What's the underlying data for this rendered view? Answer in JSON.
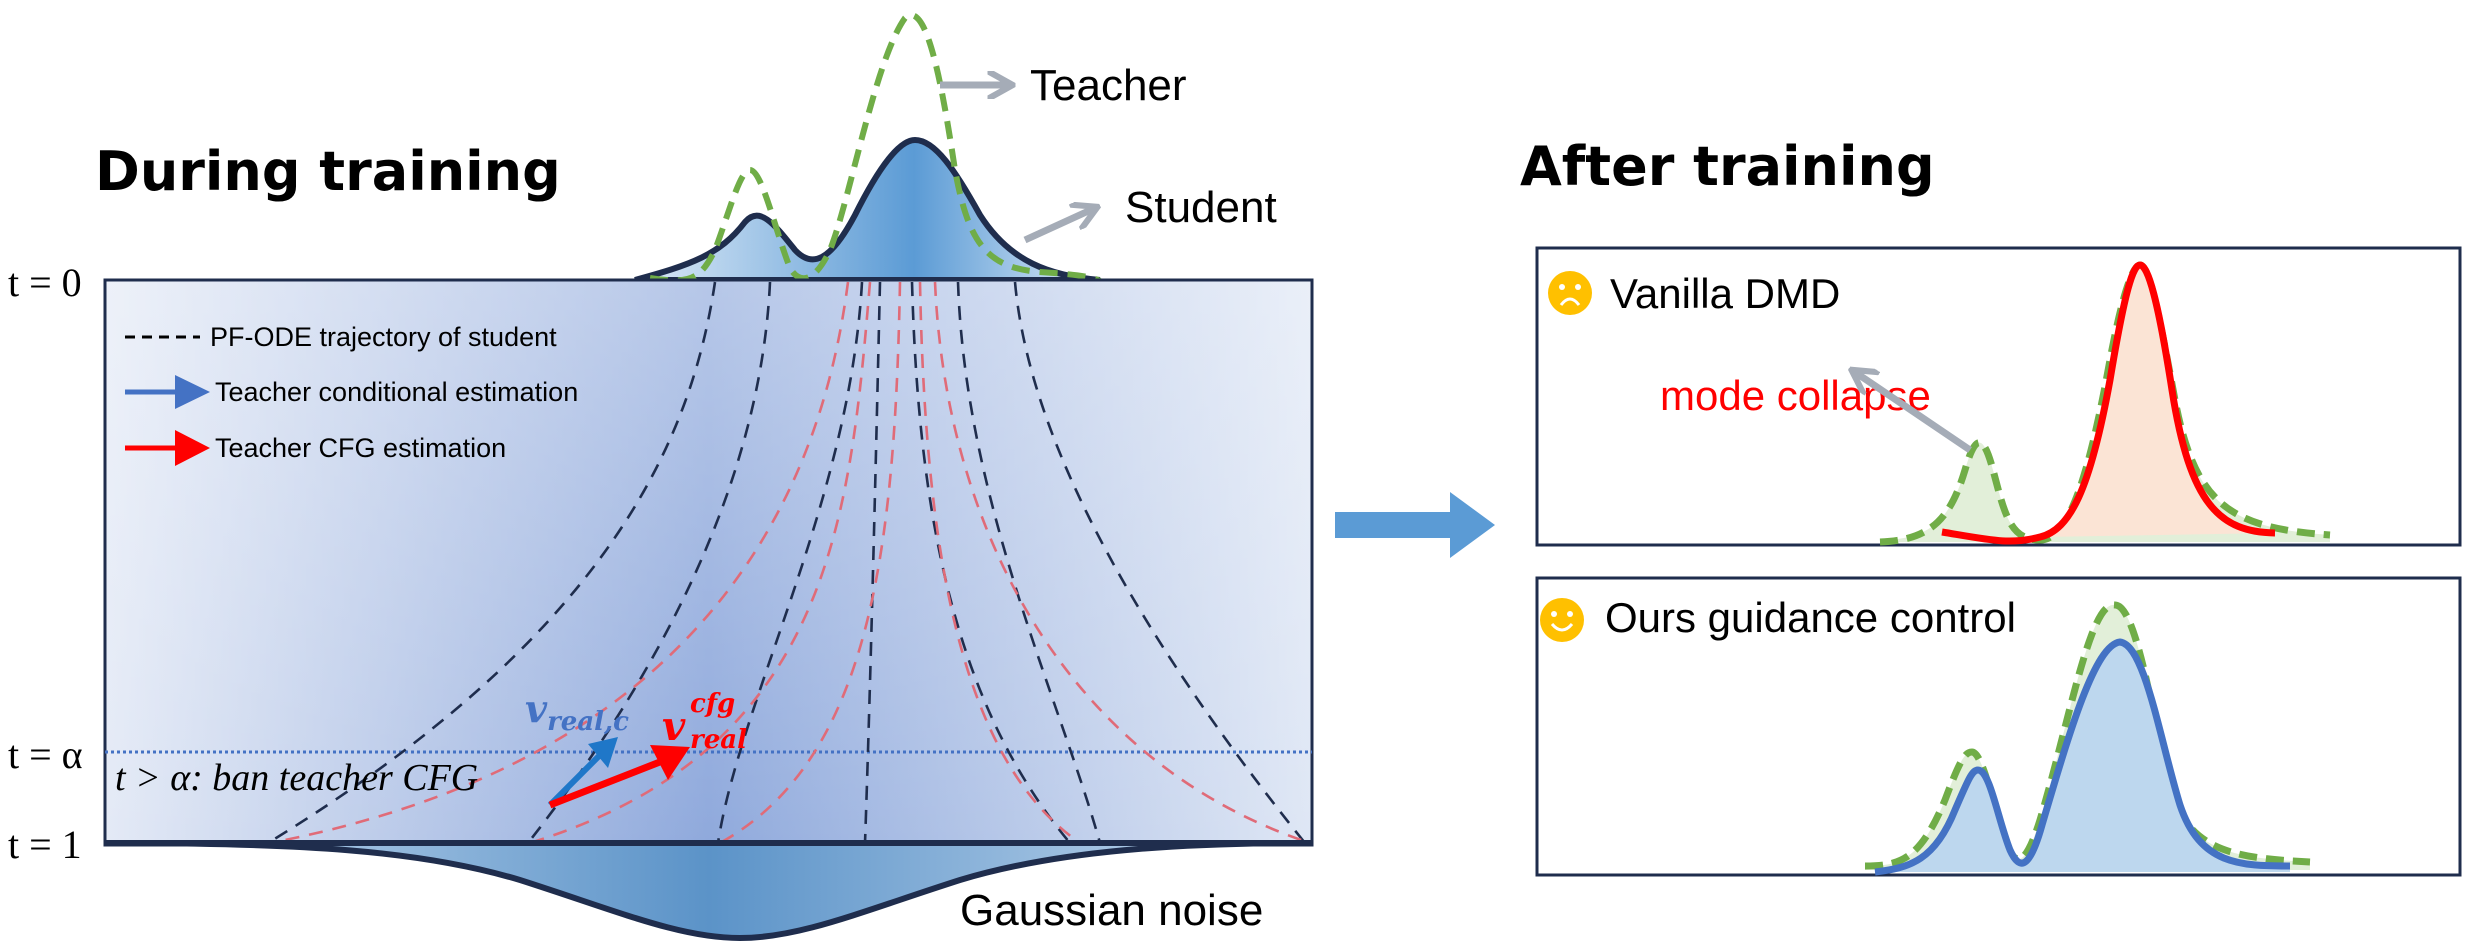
{
  "during": {
    "title": "During training",
    "time_labels": {
      "t0": "t = 0",
      "talpha": "t = α",
      "t1": "t = 1"
    },
    "legend": [
      {
        "icon": "dashed-line",
        "label": "PF-ODE trajectory of student",
        "color": "#1f2d4d"
      },
      {
        "icon": "blue-arrow",
        "label": "Teacher conditional estimation",
        "color": "#4472c4"
      },
      {
        "icon": "red-arrow",
        "label": "Teacher CFG estimation",
        "color": "#ff0000"
      }
    ],
    "ban_text": "t > α:  ban teacher CFG",
    "vectors": {
      "blue": {
        "base": "v",
        "sub": "real,c"
      },
      "red": {
        "base": "v",
        "sup": "cfg",
        "sub": "real"
      }
    },
    "distribution_labels": {
      "teacher": "Teacher",
      "student": "Student",
      "noise": "Gaussian noise"
    }
  },
  "after": {
    "title": "After training",
    "panels": [
      {
        "face": "sad-face-icon",
        "title": "Vanilla DMD",
        "annotation": "mode collapse"
      },
      {
        "face": "smile-face-icon",
        "title": "Ours guidance control"
      }
    ]
  },
  "colors": {
    "teacher_green": "#70ad47",
    "student_navy": "#1f2d4d",
    "blue_fill": "#5b9bd5",
    "red": "#ff0000",
    "blue_line": "#4472c4",
    "face_yellow": "#ffc000",
    "arrow_gray": "#a5acb7",
    "big_arrow": "#5b9bd5"
  }
}
